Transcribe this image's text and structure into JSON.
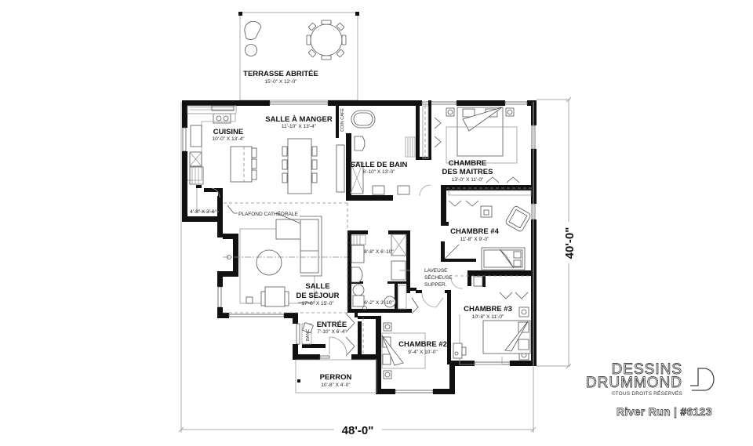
{
  "plan": {
    "title": "River Run | #6123",
    "dimensions": {
      "width": "48'-0\"",
      "depth": "40'-0\""
    },
    "rooms": [
      {
        "id": "terrasse",
        "name": "TERRASSE ABRITÉE",
        "size": "15'-0\" X 12'-0\""
      },
      {
        "id": "cuisine",
        "name": "CUISINE",
        "size": "10'-0\" X 13'-4\""
      },
      {
        "id": "salle_manger",
        "name": "SALLE À MANGER",
        "size": "11'-10\" X 13'-4\""
      },
      {
        "id": "salle_bain",
        "name": "SALLE DE BAIN",
        "size": "6'-10\" X 13'-0\""
      },
      {
        "id": "chambre_maitres",
        "name_line1": "CHAMBRE",
        "name_line2": "DES MAITRES",
        "size": "13'-0\" X 11'-0\""
      },
      {
        "id": "chambre4",
        "name": "CHAMBRE #4",
        "size": "11'-8\" X 9'-0\""
      },
      {
        "id": "salle_sejour",
        "name_line1": "SALLE",
        "name_line2": "DE SÉJOUR",
        "size": "17'-0\" X 15'-0\""
      },
      {
        "id": "chambre3",
        "name": "CHAMBRE #3",
        "size": "10'-8\" X 11'-0\""
      },
      {
        "id": "entree",
        "name": "ENTRÉE",
        "size": "7'-10\" X 6'-4\""
      },
      {
        "id": "chambre2",
        "name": "CHAMBRE #2",
        "size": "9'-4\" X 10'-0\""
      },
      {
        "id": "perron",
        "name": "PERRON",
        "size": "10'-8\" X 4'-0\""
      }
    ],
    "small_spaces": {
      "pantry": "4'-8\" X 3'-6\"",
      "bath2": "8'-8\" X 6'-10\"",
      "powder": "6'-2\" X 3'-10\""
    },
    "notes": {
      "coin_cafe": "COIN CAFÉ",
      "plafond": "PLAFOND CATHÉDRALE",
      "laveuse_1": "LAVEUSE",
      "laveuse_2": "SÉCHEUSE",
      "laveuse_3": "SUPPER.",
      "banc": "BANC"
    }
  },
  "brand": {
    "line1": "DESSINS",
    "line2": "DRUMMOND",
    "rights": "©TOUS DROITS RÉSERVÉS",
    "caption": "River Run | #6123"
  }
}
